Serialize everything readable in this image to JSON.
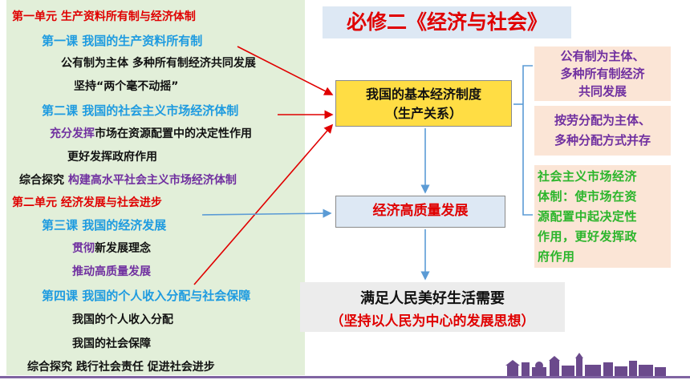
{
  "outline": [
    {
      "text": "第一单元 生产资料所有制与经济体制",
      "color": "red"
    },
    {
      "text": "第一课 我国的生产资料所有制",
      "color": "blue"
    },
    {
      "text": "公有制为主体 多种所有制经济共同发展",
      "color": "black"
    },
    {
      "text": "坚持“两个毫不动摇”",
      "color": "black"
    },
    {
      "text": "第二课 我国的社会主义市场经济体制",
      "color": "blue"
    },
    {
      "prefix": "充分发挥",
      "text": "市场在资源配置中的决定性作用",
      "color": "black"
    },
    {
      "text": "更好发挥政府作用",
      "color": "black"
    },
    {
      "prefix": "综合探究 ",
      "text": "构建高水平社会主义市场经济体制",
      "color": "purple"
    },
    {
      "text": "第二单元 经济发展与社会进步",
      "color": "red"
    },
    {
      "text": "第三课 我国的经济发展",
      "color": "blue"
    },
    {
      "prefix": "贯彻",
      "text": "新发展理念",
      "color": "black"
    },
    {
      "text": "推动高质量发展",
      "color": "purple"
    },
    {
      "text": "第四课 我国的个人收入分配与社会保障",
      "color": "blue"
    },
    {
      "text": "我国的个人收入分配",
      "color": "black"
    },
    {
      "text": "我国的社会保障",
      "color": "black"
    },
    {
      "text": "综合探究 践行社会责任 促进社会进步",
      "color": "black"
    }
  ],
  "title": "必修二《经济与社会》",
  "system_box": {
    "line1": "我国的基本经济制度",
    "line2": "（生产关系）"
  },
  "hq_box": "经济高质量发展",
  "needs_box": {
    "line1": "满足人民美好生活需要",
    "line2": "（坚持以人民为中心的发展思想）"
  },
  "right_boxes": [
    {
      "lines": [
        "公有制为主体、",
        "多种所有制经济",
        "共同发展"
      ]
    },
    {
      "lines": [
        "按劳分配为主体、",
        "多种分配方式并存"
      ]
    },
    {
      "lines": [
        "社会主义市场经济",
        "体制：使市场在资",
        "源配置中起决定性",
        "作用，更好发挥政",
        "府作用"
      ]
    }
  ],
  "colors": {
    "red": "#e00000",
    "blue": "#1e9be0",
    "purple": "#7030a0",
    "green": "#2bb52b",
    "outline_bg": "#e2efd9",
    "yellow": "#ffdd44",
    "arrow_blue": "#5b9bd5",
    "footer": "#8064a2"
  },
  "footer_icon": "campus-buildings-icon"
}
